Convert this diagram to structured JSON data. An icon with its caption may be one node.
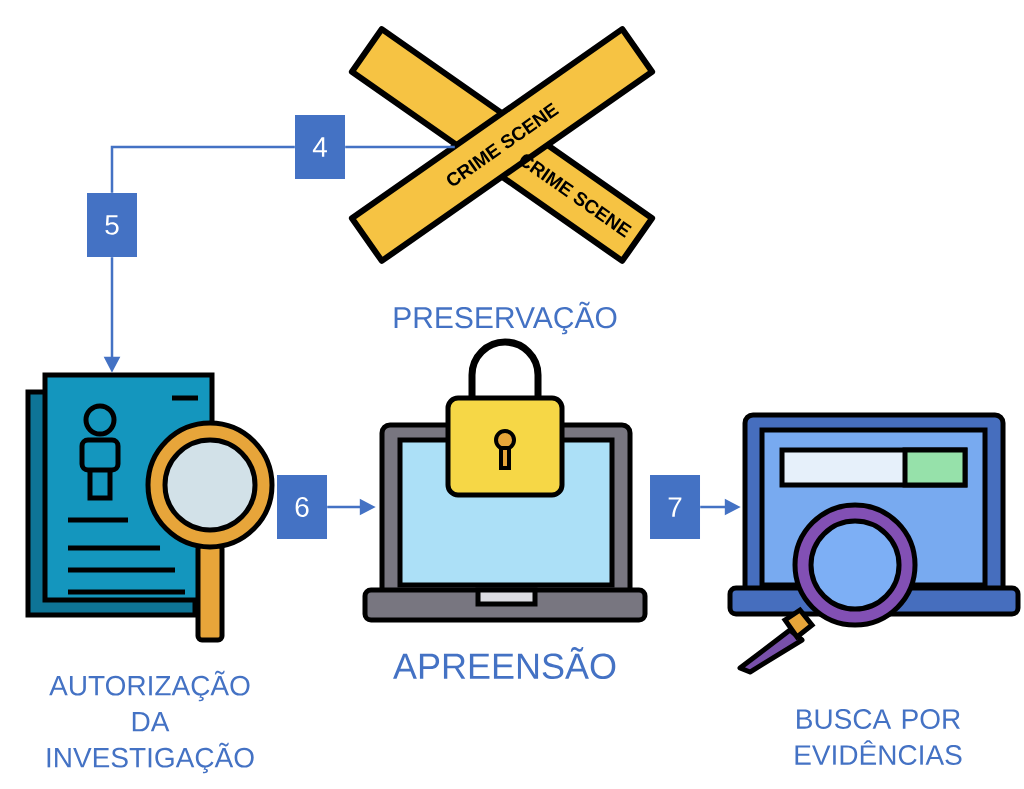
{
  "diagram": {
    "nodes": [
      {
        "text": [
          "PRESERVAÇÃO"
        ]
      },
      {
        "text": [
          "4"
        ]
      },
      {
        "text": [
          "5"
        ]
      },
      {
        "text": [
          "AUTORIZAÇÃO DA INVESTIGAÇÃO"
        ]
      },
      {
        "text": [
          "6"
        ]
      },
      {
        "text": [
          "APREENSÃO"
        ]
      },
      {
        "text": [
          "7"
        ]
      },
      {
        "text": [
          "BUSCA POR EVIDÊNCIAS"
        ]
      }
    ],
    "edges": [
      {
        "from": 0,
        "to": 1,
        "arrow": "none"
      },
      {
        "from": 1,
        "to": 2,
        "arrow": "none"
      },
      {
        "from": 2,
        "to": 3,
        "arrow": "to"
      },
      {
        "from": 4,
        "to": 5,
        "arrow": "to"
      },
      {
        "from": 6,
        "to": 7,
        "arrow": "to"
      }
    ],
    "labels": [
      "CRIME SCENE",
      "CRIME SCENE"
    ]
  }
}
